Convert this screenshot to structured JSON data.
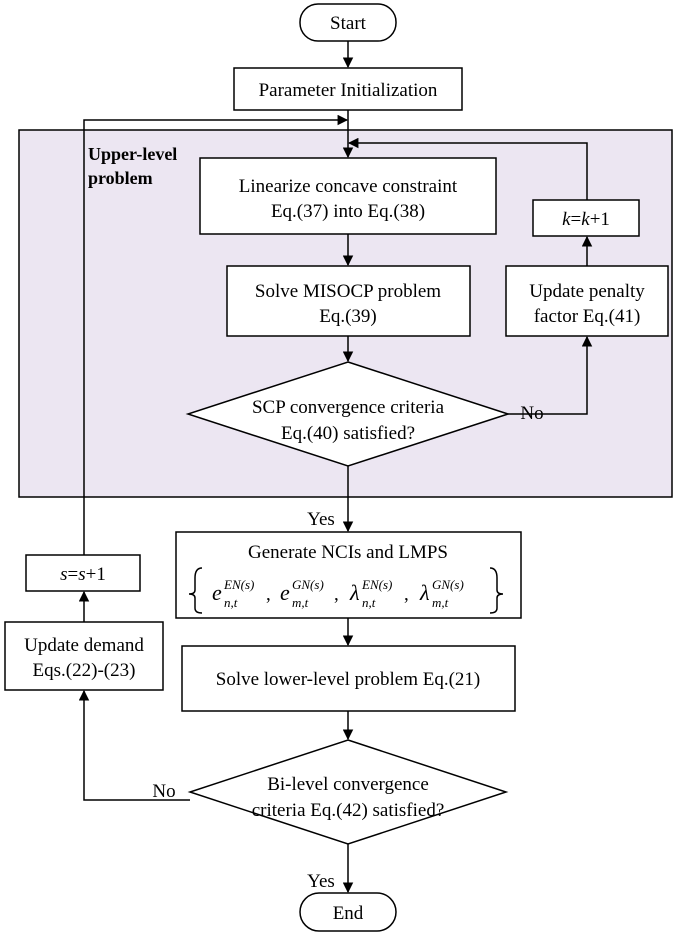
{
  "colors": {
    "region_fill": "#ece6f2",
    "stroke": "#000000"
  },
  "region_label": [
    "Upper-level",
    "problem"
  ],
  "nodes": {
    "start": "Start",
    "init": "Parameter Initialization",
    "linearize": [
      "Linearize concave constraint",
      "Eq.(37) into Eq.(38)"
    ],
    "solve_misocp": [
      "Solve MISOCP problem",
      "Eq.(39)"
    ],
    "scp_decision": [
      "SCP convergence criteria",
      "Eq.(40) satisfied?"
    ],
    "update_penalty": [
      "Update penalty",
      "factor Eq.(41)"
    ],
    "k_update": {
      "v": "k",
      "eq": "=",
      "rhs": "+1"
    },
    "generate": {
      "line1": "Generate NCIs  and LMPS",
      "terms": [
        {
          "base": "e",
          "sup": "EN(s)",
          "sub": "n,t"
        },
        {
          "base": "e",
          "sup": "GN(s)",
          "sub": "m,t"
        },
        {
          "base": "λ",
          "sup": "EN(s)",
          "sub": "n,t"
        },
        {
          "base": "λ",
          "sup": "GN(s)",
          "sub": "m,t"
        }
      ]
    },
    "solve_lower": "Solve lower-level problem Eq.(21)",
    "bilevel_decision": [
      "Bi-level convergence",
      "criteria Eq.(42) satisfied?"
    ],
    "update_demand": [
      "Update demand",
      "Eqs.(22)-(23)"
    ],
    "s_update": {
      "v": "s",
      "eq": "=",
      "rhs": "+1"
    },
    "end": "End"
  },
  "edge_labels": {
    "scp_no": "No",
    "scp_yes": "Yes",
    "bi_no": "No",
    "bi_yes": "Yes"
  }
}
